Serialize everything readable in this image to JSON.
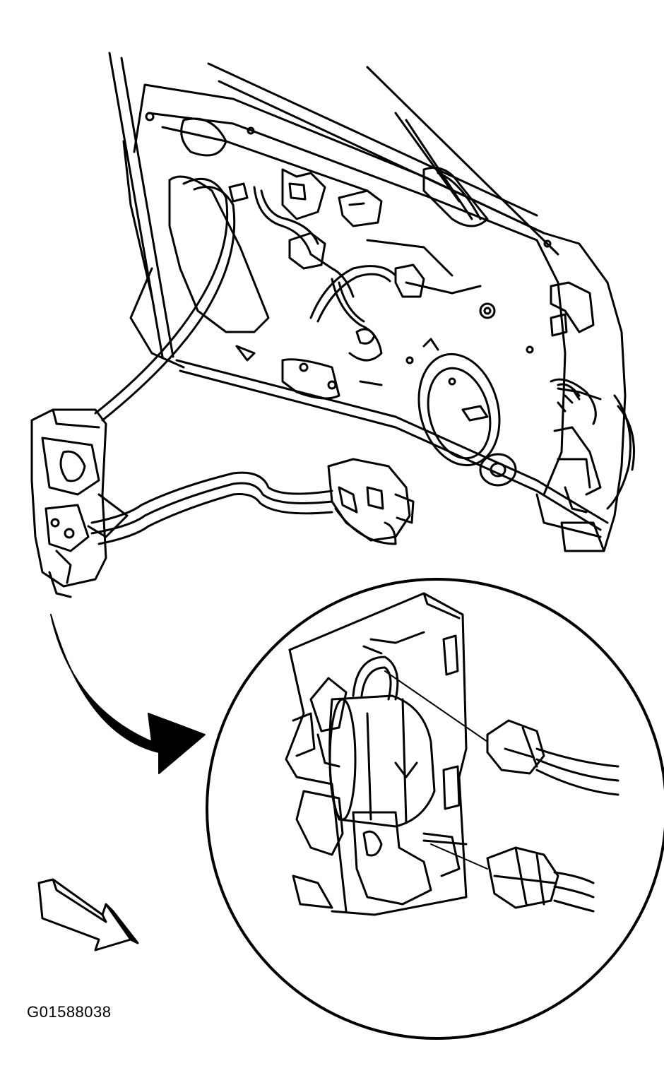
{
  "figure": {
    "id_label": "G01588038",
    "line_color": "#000000",
    "background_color": "#ffffff"
  },
  "icons": {
    "direction_arrow": "front-direction-arrow",
    "callout_arrow": "curved-callout-arrow"
  }
}
